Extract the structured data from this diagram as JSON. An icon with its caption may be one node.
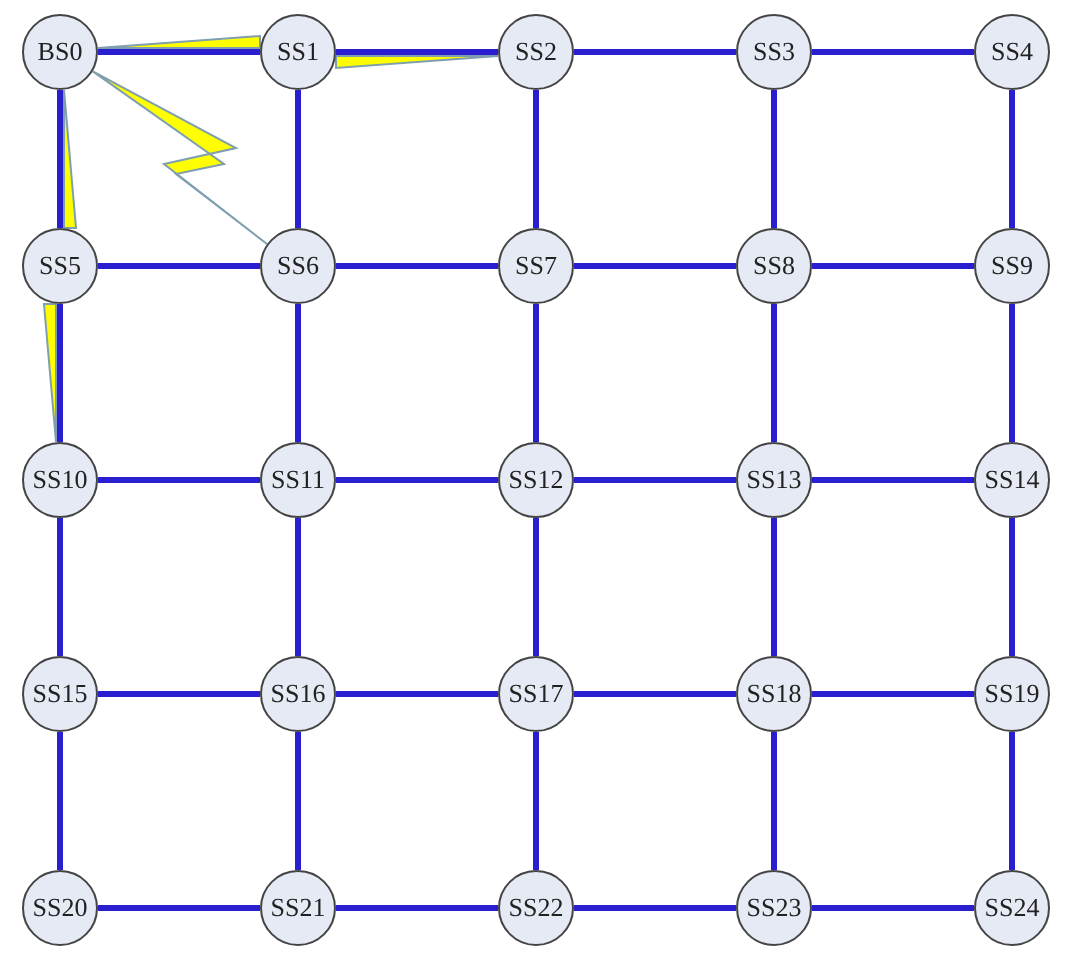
{
  "diagram": {
    "nodes": [
      {
        "text": [
          "BS0"
        ]
      },
      {
        "text": [
          "SS1"
        ]
      },
      {
        "text": [
          "SS2"
        ]
      },
      {
        "text": [
          "SS3"
        ]
      },
      {
        "text": [
          "SS4"
        ]
      },
      {
        "text": [
          "SS5"
        ]
      },
      {
        "text": [
          "SS6"
        ]
      },
      {
        "text": [
          "SS7"
        ]
      },
      {
        "text": [
          "SS8"
        ]
      },
      {
        "text": [
          "SS9"
        ]
      },
      {
        "text": [
          "SS10"
        ]
      },
      {
        "text": [
          "SS11"
        ]
      },
      {
        "text": [
          "SS12"
        ]
      },
      {
        "text": [
          "SS13"
        ]
      },
      {
        "text": [
          "SS14"
        ]
      },
      {
        "text": [
          "SS15"
        ]
      },
      {
        "text": [
          "SS16"
        ]
      },
      {
        "text": [
          "SS17"
        ]
      },
      {
        "text": [
          "SS18"
        ]
      },
      {
        "text": [
          "SS19"
        ]
      },
      {
        "text": [
          "SS20"
        ]
      },
      {
        "text": [
          "SS21"
        ]
      },
      {
        "text": [
          "SS22"
        ]
      },
      {
        "text": [
          "SS23"
        ]
      },
      {
        "text": [
          "SS24"
        ]
      }
    ],
    "edges": [
      {
        "from": 0,
        "to": 1,
        "arrow": "none"
      },
      {
        "from": 1,
        "to": 2,
        "arrow": "none"
      },
      {
        "from": 2,
        "to": 3,
        "arrow": "none"
      },
      {
        "from": 3,
        "to": 4,
        "arrow": "none"
      },
      {
        "from": 0,
        "to": 5,
        "arrow": "none"
      },
      {
        "from": 1,
        "to": 6,
        "arrow": "none"
      },
      {
        "from": 2,
        "to": 7,
        "arrow": "none"
      },
      {
        "from": 3,
        "to": 8,
        "arrow": "none"
      },
      {
        "from": 4,
        "to": 9,
        "arrow": "none"
      },
      {
        "from": 5,
        "to": 6,
        "arrow": "none"
      },
      {
        "from": 6,
        "to": 7,
        "arrow": "none"
      },
      {
        "from": 7,
        "to": 8,
        "arrow": "none"
      },
      {
        "from": 8,
        "to": 9,
        "arrow": "none"
      },
      {
        "from": 5,
        "to": 10,
        "arrow": "none"
      },
      {
        "from": 6,
        "to": 11,
        "arrow": "none"
      },
      {
        "from": 7,
        "to": 12,
        "arrow": "none"
      },
      {
        "from": 8,
        "to": 13,
        "arrow": "none"
      },
      {
        "from": 9,
        "to": 14,
        "arrow": "none"
      },
      {
        "from": 10,
        "to": 11,
        "arrow": "none"
      },
      {
        "from": 11,
        "to": 12,
        "arrow": "none"
      },
      {
        "from": 12,
        "to": 13,
        "arrow": "none"
      },
      {
        "from": 13,
        "to": 14,
        "arrow": "none"
      },
      {
        "from": 10,
        "to": 15,
        "arrow": "none"
      },
      {
        "from": 11,
        "to": 16,
        "arrow": "none"
      },
      {
        "from": 12,
        "to": 17,
        "arrow": "none"
      },
      {
        "from": 13,
        "to": 18,
        "arrow": "none"
      },
      {
        "from": 14,
        "to": 19,
        "arrow": "none"
      },
      {
        "from": 15,
        "to": 16,
        "arrow": "none"
      },
      {
        "from": 16,
        "to": 17,
        "arrow": "none"
      },
      {
        "from": 17,
        "to": 18,
        "arrow": "none"
      },
      {
        "from": 18,
        "to": 19,
        "arrow": "none"
      },
      {
        "from": 15,
        "to": 20,
        "arrow": "none"
      },
      {
        "from": 16,
        "to": 21,
        "arrow": "none"
      },
      {
        "from": 17,
        "to": 22,
        "arrow": "none"
      },
      {
        "from": 18,
        "to": 23,
        "arrow": "none"
      },
      {
        "from": 19,
        "to": 24,
        "arrow": "none"
      },
      {
        "from": 20,
        "to": 21,
        "arrow": "none"
      },
      {
        "from": 21,
        "to": 22,
        "arrow": "none"
      },
      {
        "from": 22,
        "to": 23,
        "arrow": "none"
      },
      {
        "from": 23,
        "to": 24,
        "arrow": "none"
      },
      {
        "from": 0,
        "to": 1,
        "arrow": "none",
        "color": "#ffff00"
      },
      {
        "from": 1,
        "to": 2,
        "arrow": "none",
        "color": "#ffff00"
      },
      {
        "from": 0,
        "to": 6,
        "arrow": "none",
        "color": "#ffff00"
      },
      {
        "from": 0,
        "to": 5,
        "arrow": "none",
        "color": "#ffff00"
      },
      {
        "from": 5,
        "to": 10,
        "arrow": "none",
        "color": "#ffff00"
      }
    ]
  }
}
